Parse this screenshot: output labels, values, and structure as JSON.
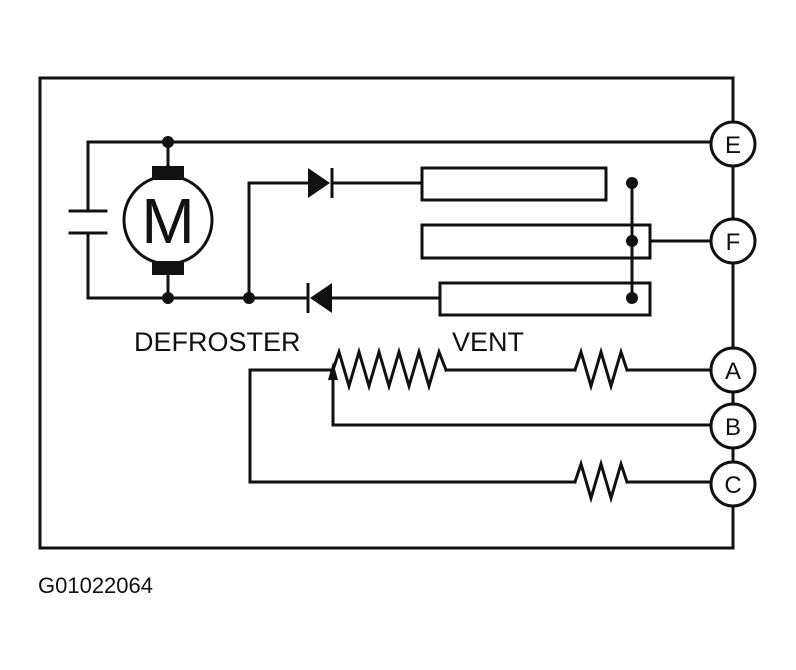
{
  "motor": {
    "label": "M"
  },
  "labels": {
    "defroster": "DEFROSTER",
    "vent": "VENT"
  },
  "terminals": [
    "E",
    "F",
    "A",
    "B",
    "C"
  ],
  "figure_code": "G01022064",
  "colors": {
    "ink": "#111111",
    "background": "#ffffff"
  }
}
